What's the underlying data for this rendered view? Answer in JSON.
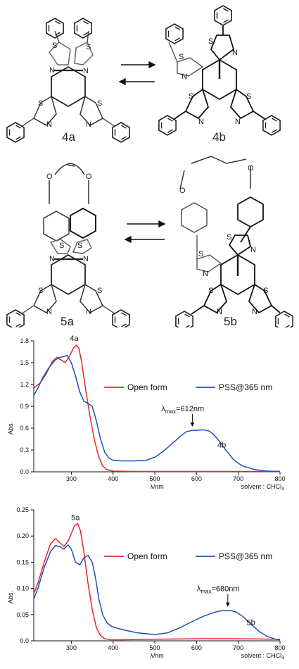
{
  "schemes": {
    "labels": [
      "4a",
      "4b",
      "5a",
      "5b"
    ],
    "atom_labels": {
      "s": "S",
      "n": "N",
      "o": "O"
    }
  },
  "chart_data": [
    {
      "type": "line",
      "xlabel": "λ/nm",
      "ylabel": "Abs.",
      "xlim": [
        210,
        800
      ],
      "ylim": [
        0,
        1.8
      ],
      "xticks": [
        300,
        400,
        500,
        600,
        700,
        800
      ],
      "yticks": [
        0.0,
        0.3,
        0.6,
        0.9,
        1.2,
        1.5,
        1.8
      ],
      "ytick_labels": [
        "0.0",
        "0.3",
        "0.6",
        "0.9",
        "1.2",
        "1.5",
        "1.8"
      ],
      "solvent_note": {
        "prefix": "solvent : CHCl",
        "sub": "3"
      },
      "legend_position": "upper-right",
      "series": [
        {
          "name": "Open form",
          "color": "#e0282c",
          "x": [
            210,
            225,
            240,
            255,
            265,
            275,
            285,
            295,
            305,
            312,
            318,
            325,
            335,
            345,
            355,
            365,
            375,
            385,
            400,
            450,
            500,
            600,
            700,
            800
          ],
          "y": [
            1.15,
            1.22,
            1.35,
            1.52,
            1.57,
            1.54,
            1.5,
            1.58,
            1.7,
            1.74,
            1.7,
            1.5,
            1.1,
            0.75,
            0.45,
            0.22,
            0.08,
            0.03,
            0.01,
            0.005,
            0.005,
            0.005,
            0.005,
            0.005
          ]
        },
        {
          "name": "PSS@365 nm",
          "color": "#1f4fb5",
          "x": [
            210,
            220,
            230,
            245,
            260,
            270,
            280,
            290,
            300,
            310,
            320,
            330,
            340,
            350,
            360,
            370,
            380,
            390,
            400,
            420,
            450,
            480,
            500,
            520,
            540,
            560,
            575,
            590,
            600,
            610,
            620,
            630,
            640,
            655,
            670,
            690,
            710,
            740,
            770,
            800
          ],
          "y": [
            1.05,
            1.15,
            1.28,
            1.42,
            1.53,
            1.57,
            1.58,
            1.6,
            1.5,
            1.32,
            1.1,
            0.97,
            0.94,
            0.9,
            0.7,
            0.45,
            0.27,
            0.19,
            0.16,
            0.15,
            0.15,
            0.16,
            0.2,
            0.28,
            0.38,
            0.48,
            0.55,
            0.57,
            0.57,
            0.575,
            0.575,
            0.56,
            0.52,
            0.42,
            0.3,
            0.16,
            0.08,
            0.03,
            0.01,
            0.005
          ]
        }
      ],
      "annotations": {
        "peak_label": "4a",
        "product_label": "4b",
        "lambda_symbol": "λ",
        "lambda_sub": "max",
        "lambda_value": "=612nm",
        "lambda_x": 590,
        "lambda_y": 0.62,
        "peak_x": 310,
        "peak_y": 1.78,
        "product_x": 650,
        "product_y": 0.47
      }
    },
    {
      "type": "line",
      "xlabel": "λ/nm",
      "ylabel": "Abs.",
      "xlim": [
        210,
        800
      ],
      "ylim": [
        0,
        0.25
      ],
      "xticks": [
        300,
        400,
        500,
        600,
        700,
        800
      ],
      "yticks": [
        0.0,
        0.05,
        0.1,
        0.15,
        0.2,
        0.25
      ],
      "ytick_labels": [
        "0.0",
        "0.05",
        "0.10",
        "0.15",
        "0.20",
        "0.25"
      ],
      "solvent_note": {
        "prefix": "solvent : CHCl",
        "sub": "3"
      },
      "legend_position": "upper-right",
      "series": [
        {
          "name": "Open form",
          "color": "#e0282c",
          "x": [
            210,
            220,
            235,
            250,
            262,
            272,
            282,
            292,
            300,
            308,
            315,
            322,
            330,
            340,
            350,
            360,
            370,
            380,
            395,
            420,
            500,
            600,
            700,
            800
          ],
          "y": [
            0.09,
            0.11,
            0.15,
            0.185,
            0.195,
            0.188,
            0.18,
            0.19,
            0.205,
            0.22,
            0.224,
            0.21,
            0.17,
            0.11,
            0.06,
            0.025,
            0.01,
            0.004,
            0.002,
            0.002,
            0.003,
            0.004,
            0.004,
            0.003
          ]
        },
        {
          "name": "PSS@365 nm",
          "color": "#1f4fb5",
          "x": [
            210,
            220,
            235,
            250,
            262,
            272,
            282,
            292,
            300,
            310,
            320,
            330,
            340,
            350,
            358,
            366,
            375,
            385,
            395,
            410,
            430,
            460,
            500,
            530,
            560,
            590,
            620,
            645,
            665,
            680,
            695,
            710,
            730,
            750,
            770,
            790,
            800
          ],
          "y": [
            0.08,
            0.1,
            0.14,
            0.17,
            0.182,
            0.18,
            0.175,
            0.183,
            0.175,
            0.15,
            0.145,
            0.158,
            0.163,
            0.15,
            0.12,
            0.08,
            0.05,
            0.035,
            0.028,
            0.024,
            0.02,
            0.015,
            0.012,
            0.015,
            0.025,
            0.037,
            0.048,
            0.055,
            0.058,
            0.058,
            0.055,
            0.047,
            0.032,
            0.018,
            0.008,
            0.003,
            0.002
          ]
        }
      ],
      "annotations": {
        "peak_label": "5a",
        "product_label": "5b",
        "lambda_symbol": "λ",
        "lambda_sub": "max",
        "lambda_value": "=680nm",
        "lambda_x": 675,
        "lambda_y": 0.065,
        "peak_x": 313,
        "peak_y": 0.228,
        "product_x": 720,
        "product_y": 0.049
      }
    }
  ]
}
